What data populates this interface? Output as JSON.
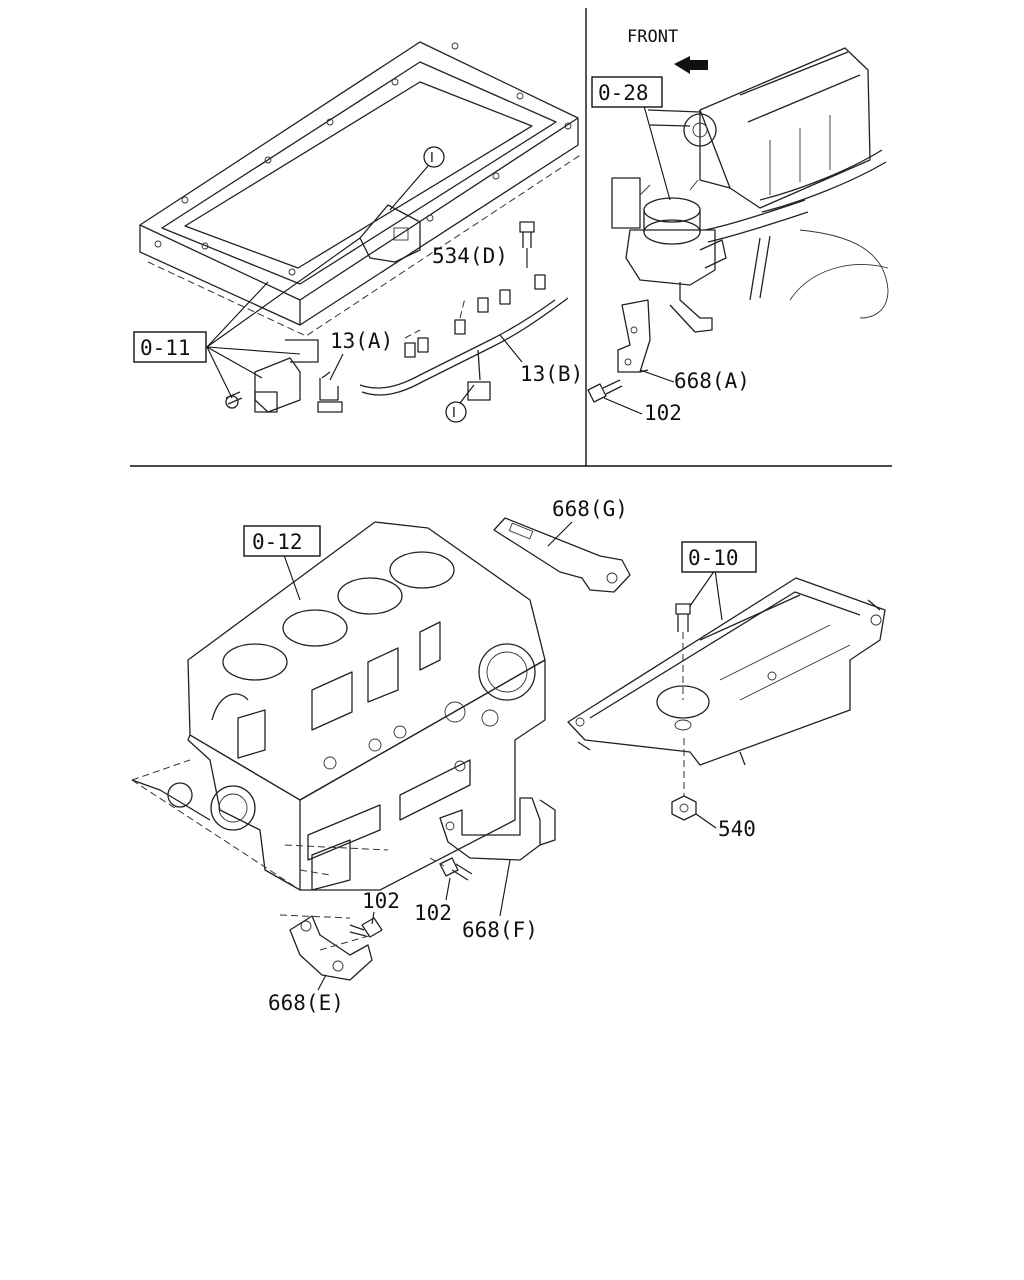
{
  "front_label": "FRONT",
  "ref_boxes": {
    "top_left": "0-11",
    "top_right": "0-28",
    "bottom_left": "0-12",
    "bottom_right": "0-10"
  },
  "callouts": {
    "bolt_534d": "534(D)",
    "part_13a": "13(A)",
    "part_13b": "13(B)",
    "bracket_668a": "668(A)",
    "bolt_102_top": "102",
    "bracket_668g": "668(G)",
    "nut_540": "540",
    "bolt_102_left": "102",
    "bolt_102_mid": "102",
    "bracket_668f": "668(F)",
    "bracket_668e": "668(E)"
  },
  "circle_markers": [
    "I",
    "I"
  ]
}
